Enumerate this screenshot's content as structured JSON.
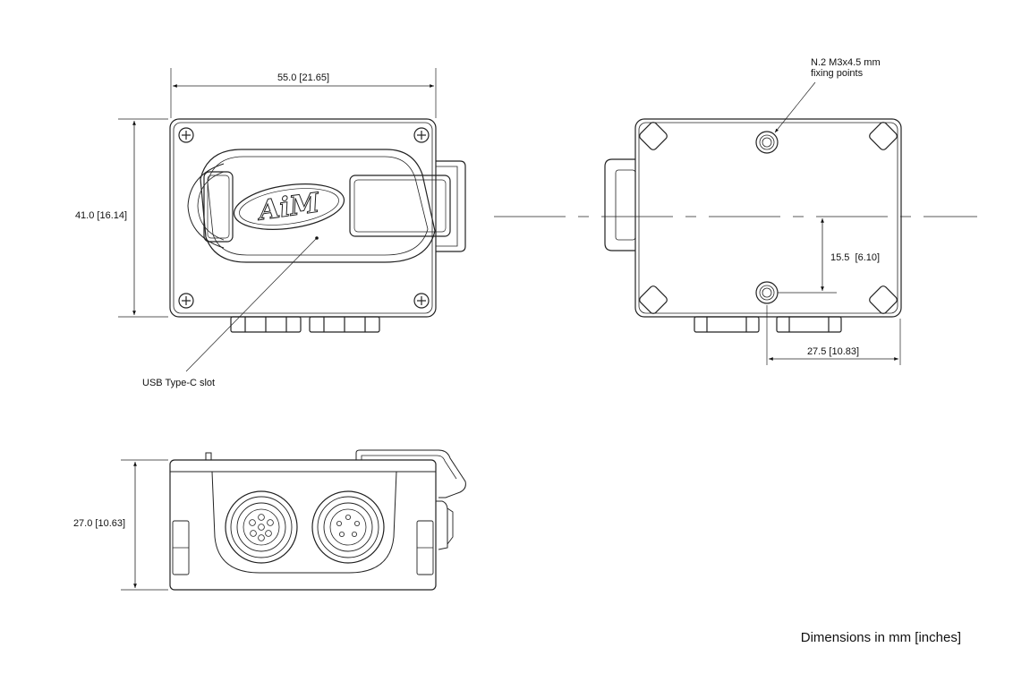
{
  "front_view": {
    "width_label": "55.0 [21.65]",
    "height_label": "41.0 [16.14]",
    "callout_label": "USB Type-C slot",
    "logo_text": "AiM"
  },
  "side_view": {
    "fixing_note_line1": "N.2 M3x4.5 mm",
    "fixing_note_line2": "fixing points",
    "hole_offset_label": "15.5  [6.10]",
    "hole_spacing_label": "27.5 [10.83]"
  },
  "bottom_view": {
    "height_label": "27.0 [10.63]"
  },
  "footer": {
    "units_note": "Dimensions in mm [inches]"
  }
}
